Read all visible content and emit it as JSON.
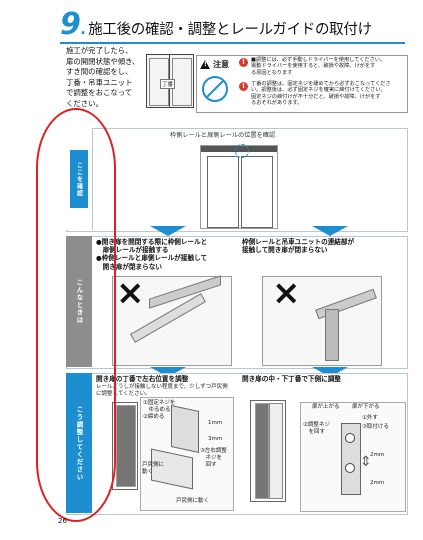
{
  "title": {
    "number": "9",
    "suffix": ".",
    "text": "施工後の確認・調整とレールガイドの取付け"
  },
  "intro": "施工が完了したら、\n扉の開閉状態や傾き、\nすき間の確認をし、\n丁番・吊車ユニット\nで調整をおこなって\nください。",
  "door_label": "丁番",
  "caution": {
    "label": "注意",
    "note1": "■調整には、必ず手動しドライバーを使用してください。\n電動ドライバーを使用すると、破損や故障、けがをす\nる原因となります",
    "note2": "丁番の調整は、固定ネジを緩めてから必ずおこなってくださ\nい。調整後は、必ず固定ネジを確実に締付けてください。\n固定ネジの締付けが不十分だと、破損や故障、けがをす\nるおそれがあります。"
  },
  "sections": {
    "check": {
      "tab": "ここを確認",
      "caption": "枠側レールと扉側レールの位置を確認"
    },
    "if": {
      "tab": "こんなときは",
      "case1": "●開き扉を開閉する際に枠側レールと\n　扉側レールが接触する\n●枠側レールと扉側レールが接触して\n　開き扉が閉まらない",
      "case2": "枠側レールと吊車ユニットの連結部が\n接触して開き扉が閉まらない",
      "x": "×"
    },
    "fix": {
      "tab": "こう調整してください",
      "left_heading": "開き扉の丁番で左右位置を調整",
      "left_sub": "レールどうしが接触しない程度まで、少しずつ戸尻側\nに調整してください。",
      "left_steps": "①固定ネジを\n　ゆるめる\n②締める",
      "left_dim": "1mm",
      "left_dim2": "3mm",
      "left_adjust": "③左右調整\n　ネジを\n　回す",
      "left_side": "戸尻側に\n動く",
      "left_bottom": "戸尻側に動く",
      "right_heading": "開き扉の中・下丁番で下側に調整",
      "right_up": "扉が上がる",
      "right_down": "扉が下がる",
      "right_step1": "①外す",
      "right_step3": "③取付ける",
      "right_step2": "②調整ネジ\n　を回す",
      "right_dim": "2mm",
      "right_dim2": "2mm"
    }
  },
  "page_number": "26"
}
